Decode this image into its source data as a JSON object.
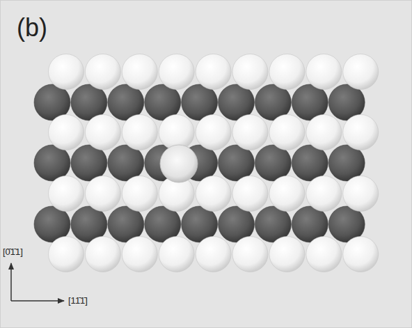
{
  "diagram": {
    "labels": [
      "(b)",
      "[0̄1̄1]",
      "[11̄1̄]"
    ]
  }
}
